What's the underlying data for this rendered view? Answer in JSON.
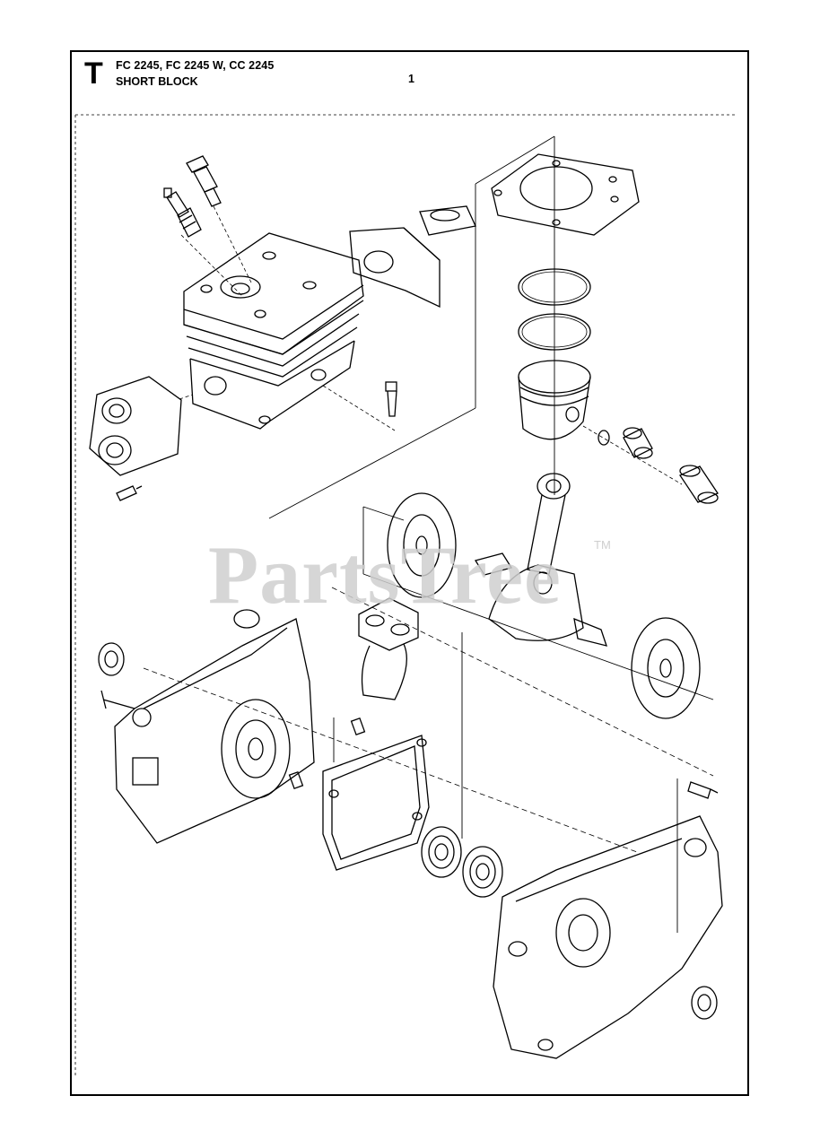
{
  "header": {
    "section_letter": "T",
    "models": "FC 2245, FC 2245 W, CC 2245",
    "title": "SHORT BLOCK",
    "page_number": "1"
  },
  "watermark": {
    "text": "PartsTree",
    "trademark": "TM"
  },
  "colors": {
    "line": "#000000",
    "watermark": "#cfcfcf",
    "background": "#ffffff"
  }
}
